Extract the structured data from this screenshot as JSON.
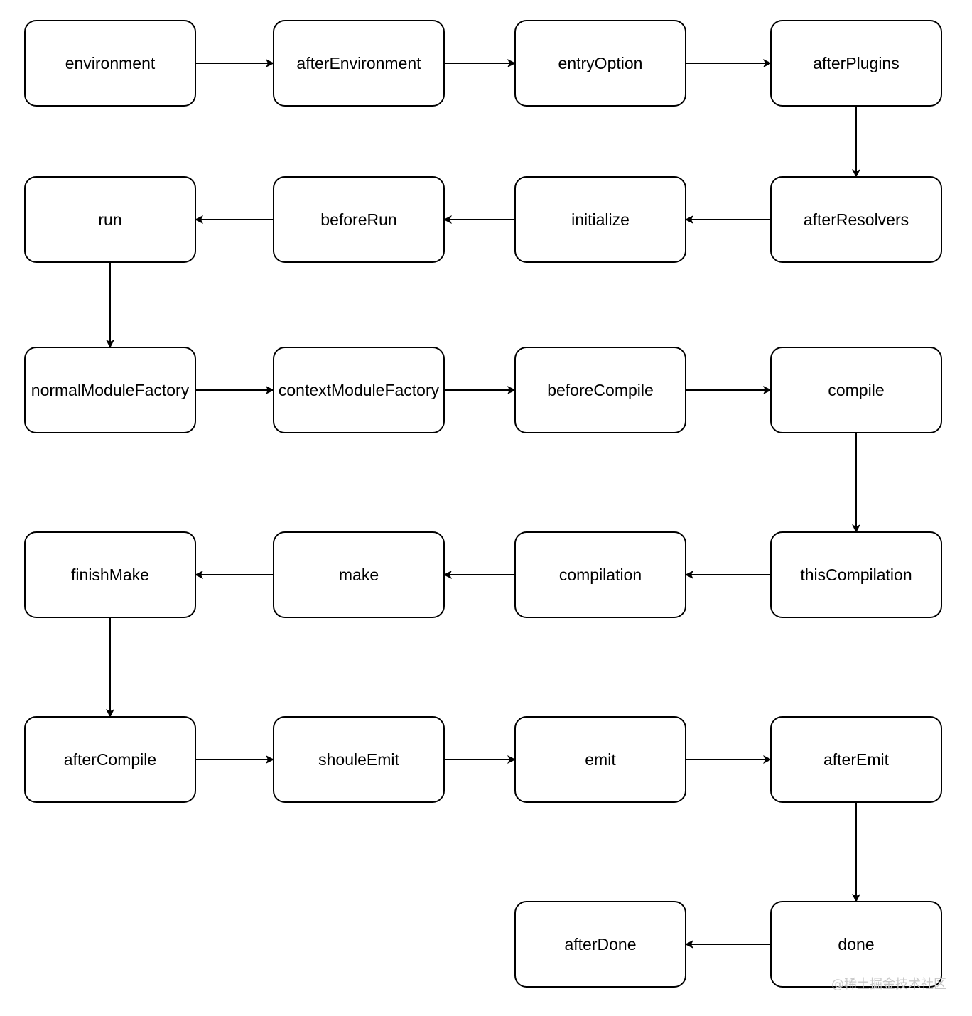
{
  "diagram": {
    "nodes": [
      {
        "id": "environment",
        "label": "environment"
      },
      {
        "id": "afterEnvironment",
        "label": "afterEnvironment"
      },
      {
        "id": "entryOption",
        "label": "entryOption"
      },
      {
        "id": "afterPlugins",
        "label": "afterPlugins"
      },
      {
        "id": "afterResolvers",
        "label": "afterResolvers"
      },
      {
        "id": "initialize",
        "label": "initialize"
      },
      {
        "id": "beforeRun",
        "label": "beforeRun"
      },
      {
        "id": "run",
        "label": "run"
      },
      {
        "id": "normalModuleFactory",
        "label": "normalModuleFactory"
      },
      {
        "id": "contextModuleFactory",
        "label": "contextModuleFactory"
      },
      {
        "id": "beforeCompile",
        "label": "beforeCompile"
      },
      {
        "id": "compile",
        "label": "compile"
      },
      {
        "id": "thisCompilation",
        "label": "thisCompilation"
      },
      {
        "id": "compilation",
        "label": "compilation"
      },
      {
        "id": "make",
        "label": "make"
      },
      {
        "id": "finishMake",
        "label": "finishMake"
      },
      {
        "id": "afterCompile",
        "label": "afterCompile"
      },
      {
        "id": "shouleEmit",
        "label": "shouleEmit"
      },
      {
        "id": "emit",
        "label": "emit"
      },
      {
        "id": "afterEmit",
        "label": "afterEmit"
      },
      {
        "id": "done",
        "label": "done"
      },
      {
        "id": "afterDone",
        "label": "afterDone"
      }
    ],
    "edges": [
      [
        "environment",
        "afterEnvironment"
      ],
      [
        "afterEnvironment",
        "entryOption"
      ],
      [
        "entryOption",
        "afterPlugins"
      ],
      [
        "afterPlugins",
        "afterResolvers"
      ],
      [
        "afterResolvers",
        "initialize"
      ],
      [
        "initialize",
        "beforeRun"
      ],
      [
        "beforeRun",
        "run"
      ],
      [
        "run",
        "normalModuleFactory"
      ],
      [
        "normalModuleFactory",
        "contextModuleFactory"
      ],
      [
        "contextModuleFactory",
        "beforeCompile"
      ],
      [
        "beforeCompile",
        "compile"
      ],
      [
        "compile",
        "thisCompilation"
      ],
      [
        "thisCompilation",
        "compilation"
      ],
      [
        "compilation",
        "make"
      ],
      [
        "make",
        "finishMake"
      ],
      [
        "finishMake",
        "afterCompile"
      ],
      [
        "afterCompile",
        "shouleEmit"
      ],
      [
        "shouleEmit",
        "emit"
      ],
      [
        "emit",
        "afterEmit"
      ],
      [
        "afterEmit",
        "done"
      ],
      [
        "done",
        "afterDone"
      ]
    ]
  },
  "watermark": "@稀土掘金技术社区",
  "colors": {
    "stroke": "#000000",
    "fill": "#ffffff",
    "text": "#000000",
    "watermark": "#c8c8c8"
  }
}
